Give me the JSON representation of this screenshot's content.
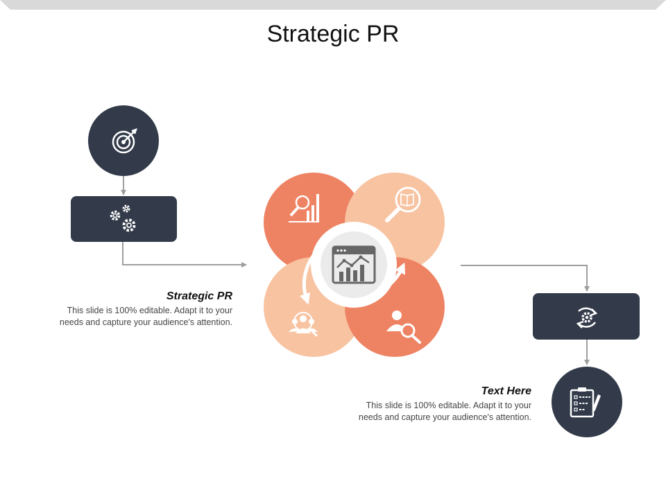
{
  "slide": {
    "title": "Strategic PR"
  },
  "left_block": {
    "heading": "Strategic PR",
    "body": "This slide is 100% editable. Adapt it to your needs and capture your audience's attention."
  },
  "right_block": {
    "heading": "Text Here",
    "body": "This slide is 100% editable. Adapt it to your needs and capture your audience's attention."
  },
  "nodes": [
    {
      "id": "target",
      "icon": "target-icon",
      "shape": "circle"
    },
    {
      "id": "gears",
      "icon": "gears-icon",
      "shape": "rounded-rect"
    },
    {
      "id": "cycle-gear",
      "icon": "cycle-gear-icon",
      "shape": "rounded-rect"
    },
    {
      "id": "checklist",
      "icon": "checklist-icon",
      "shape": "circle"
    }
  ],
  "petals": [
    {
      "position": "top-left",
      "icon": "chart-search-icon",
      "color": "#ee8363"
    },
    {
      "position": "top-right",
      "icon": "book-search-icon",
      "color": "#f8c3a1"
    },
    {
      "position": "bottom-left",
      "icon": "team-search-icon",
      "color": "#f8c3a1"
    },
    {
      "position": "bottom-right",
      "icon": "person-search-icon",
      "color": "#ee8363"
    }
  ],
  "center": {
    "icon": "analytics-dashboard-icon",
    "color": "#ebebeb"
  },
  "colors": {
    "dark": "#333b4a",
    "coral": "#ee8363",
    "peach": "#f8c3a1",
    "connector": "#9e9e9e",
    "top_bar": "#d9d9d9"
  }
}
